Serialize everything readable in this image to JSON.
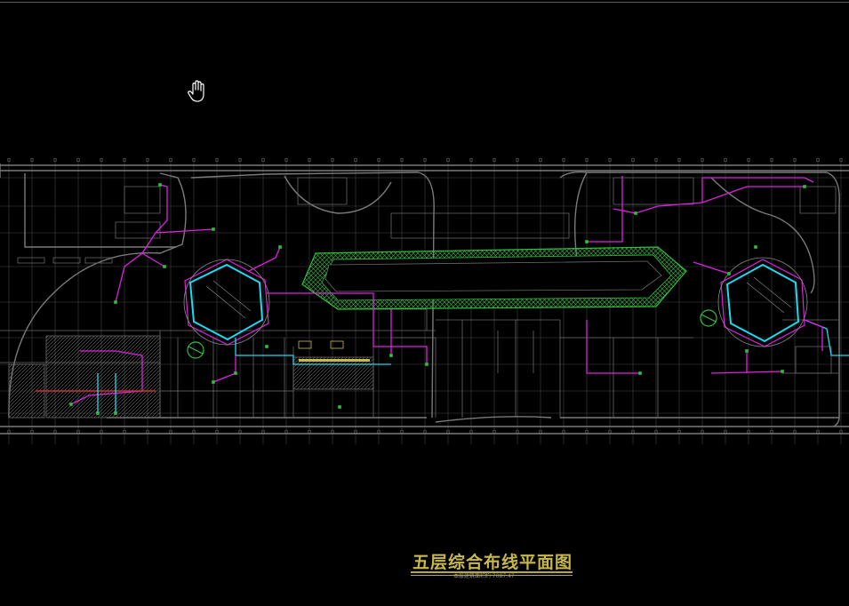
{
  "drawing": {
    "title": "五层综合布线平面图",
    "subtitle": "本层建筑面积约  7087.47"
  },
  "cursor": {
    "mode": "pan",
    "icon": "hand-icon"
  },
  "colors": {
    "background": "#000000",
    "walls": "#7a7a7a",
    "grid": "#4a4a4a",
    "cabling_magenta": "#e020e0",
    "cabling_cyan": "#20d8f0",
    "landscape_green": "#2fbf3f",
    "title_yellow": "#c8b84a",
    "hatch_red": "#d03030"
  }
}
